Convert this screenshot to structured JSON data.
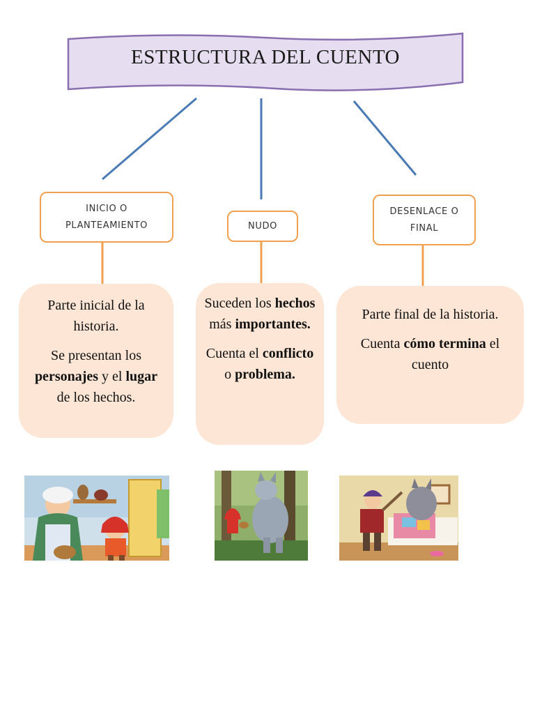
{
  "title": "ESTRUCTURA DEL CUENTO",
  "sections": [
    {
      "label_line1": "INICIO O",
      "label_line2": "PLANTEAMIENTO",
      "desc": [
        [
          "Parte inicial de la historia."
        ],
        [
          "Se presentan los ",
          "personajes",
          " y el ",
          "lugar",
          " de los hechos."
        ]
      ]
    },
    {
      "label_line1": "NUDO",
      "desc": [
        [
          "Suceden los ",
          "hechos",
          " más ",
          "importantes."
        ],
        [
          "Cuenta el ",
          "conflicto",
          " o ",
          "problema."
        ]
      ]
    },
    {
      "label_line1": "DESENLACE O",
      "label_line2": "FINAL",
      "desc": [
        [
          "Parte final de la historia."
        ],
        [
          "Cuenta ",
          "cómo termina",
          " el cuento"
        ]
      ]
    }
  ],
  "colors": {
    "banner_fill": "#e6def0",
    "banner_stroke": "#8a6fb0",
    "connector_blue": "#4a7ab5",
    "connector_orange": "#f0a050",
    "card_fill": "#fde6d5"
  }
}
